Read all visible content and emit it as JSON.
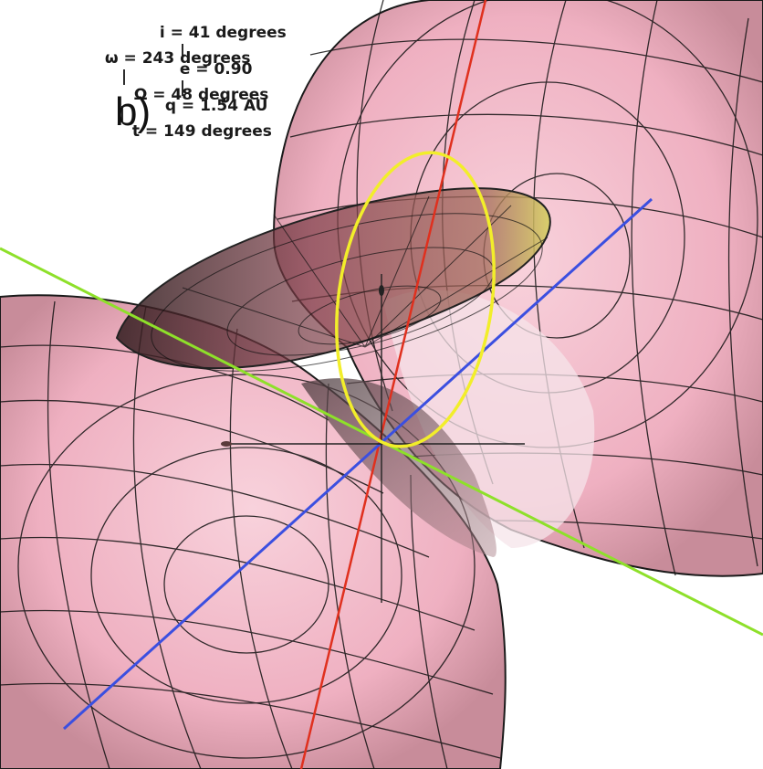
{
  "panel_label": "b)",
  "orbit_params": {
    "inclination": "i = 41 degrees",
    "sep1": "|",
    "eccentricity": "e = 0.90",
    "sep2": "|",
    "perihelion_distance": "q = 1.54 AU",
    "arg_perihelion": "ω = 243 degrees",
    "sep3": "|",
    "node": "Ω = 48 degrees",
    "sep4": "|",
    "true_anomaly": "t = 149 degrees"
  },
  "colors": {
    "lobe_fill": "#f2b3c4",
    "lobe_dark": "#8a6f74",
    "grid_line": "#111111",
    "orbit_ellipse": "#f2ee2a",
    "axis_red": "#e0301e",
    "axis_blue": "#3b4fe0",
    "axis_green": "#8ee02a",
    "disc_fill": "#7a3b45"
  }
}
